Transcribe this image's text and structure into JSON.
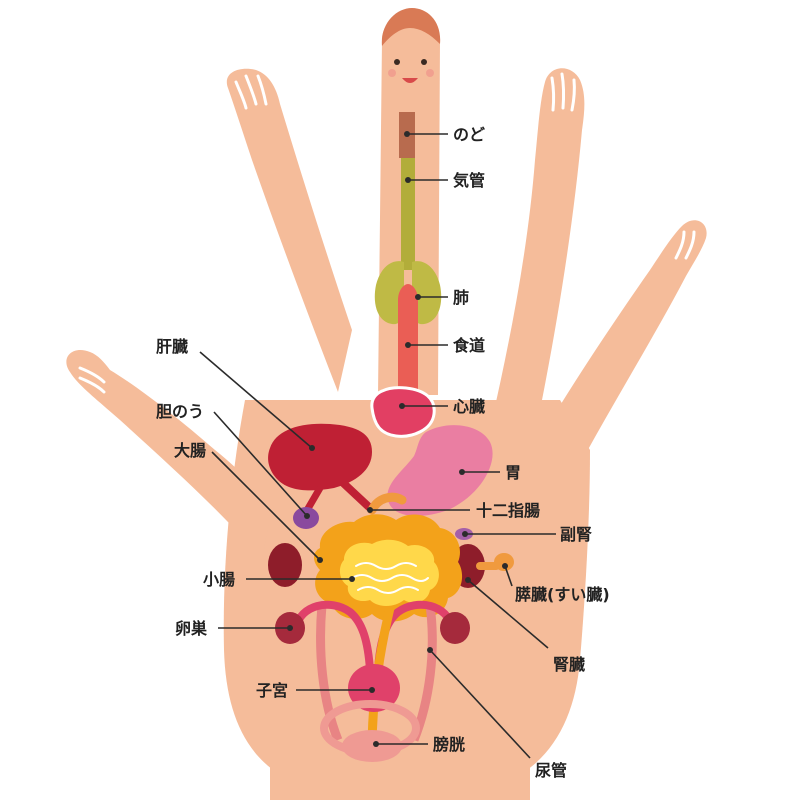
{
  "labels": {
    "throat": "のど",
    "trachea": "気管",
    "lungs": "肺",
    "esophagus": "食道",
    "heart": "心臓",
    "stomach": "胃",
    "duodenum": "十二指腸",
    "adrenal": "副腎",
    "pancreas": "膵臓(すい臓)",
    "kidney": "腎臓",
    "ureter": "尿管",
    "bladder": "膀胱",
    "uterus": "子宮",
    "ovary": "卵巣",
    "small_intestine": "小腸",
    "large_intestine": "大腸",
    "gallbladder": "胆のう",
    "liver": "肝臓"
  },
  "colors": {
    "skin": "#f5bc9a",
    "skin_line": "#ffffff",
    "hair": "#d97a55",
    "throat": "#b86b4e",
    "trachea": "#b2ad3a",
    "lungs": "#bfba45",
    "esophagus": "#ea5e55",
    "heart": "#e23f63",
    "stomach": "#ea7ea2",
    "liver": "#bf2034",
    "gallbladder": "#8a4a9e",
    "duodenum": "#f09a3e",
    "intestine_large": "#f3a21a",
    "intestine_small": "#ffd84a",
    "kidney": "#8e1d2a",
    "uterus": "#e0416a",
    "ureter": "#e88484",
    "bladder": "#ef9a93"
  }
}
